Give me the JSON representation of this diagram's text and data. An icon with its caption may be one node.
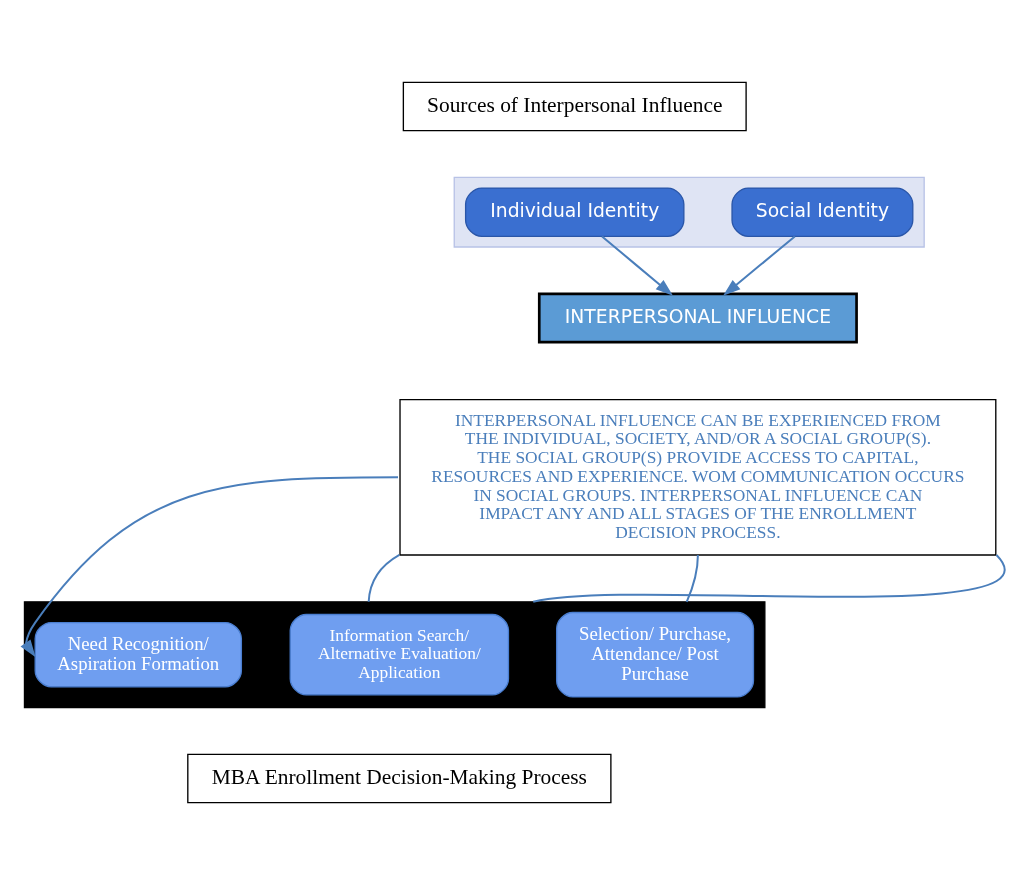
{
  "diagram": {
    "nodes": [
      {
        "text": [
          "Sources of Interpersonal Influence"
        ]
      },
      {
        "text": [],
        "shape": "arrow"
      },
      {
        "text": [
          "Individual Identity"
        ],
        "in": 1
      },
      {
        "text": [
          "Social Identity"
        ],
        "in": 1
      },
      {
        "text": [
          "INTERPERSONAL INFLUENCE"
        ]
      },
      {
        "text": [
          "INTERPERSONAL INFLUENCE CAN BE EXPERIENCED FROM THE INDIVIDUAL, SOCIETY, AND/OR A SOCIAL GROUP(S). THE SOCIAL GROUP(S) PROVIDE ACCESS TO CAPITAL, RESOURCES AND EXPERIENCE. WOM COMMUNICATION OCCURS IN SOCIAL GROUPS. INTERPERSONAL INFLUENCE CAN IMPACT ANY AND ALL STAGES OF THE ENROLLMENT DECISION PROCESS."
        ]
      },
      {
        "text": [],
        "shape": "arrow"
      },
      {
        "text": [
          "Need Recognition/ Aspiration Formation"
        ],
        "in": 6
      },
      {
        "text": [
          "Information Search/ Alternative Evaluation/ Application"
        ],
        "in": 6
      },
      {
        "text": [
          "Selection/ Purchase, Attendance/ Post Purchase"
        ],
        "in": 6
      },
      {
        "text": [
          "MBA Enrollment Decision-Making Process"
        ]
      }
    ],
    "edges": [
      {
        "from": 2,
        "to": 4,
        "arrow": "to"
      },
      {
        "from": 3,
        "to": 4,
        "arrow": "to"
      },
      {
        "from": 5,
        "to": 6,
        "arrow": "none"
      },
      {
        "from": 5,
        "to": 6,
        "arrow": "none"
      },
      {
        "from": 5,
        "to": 6,
        "arrow": "none"
      },
      {
        "from": 5,
        "to": 7,
        "arrow": "to"
      }
    ]
  }
}
